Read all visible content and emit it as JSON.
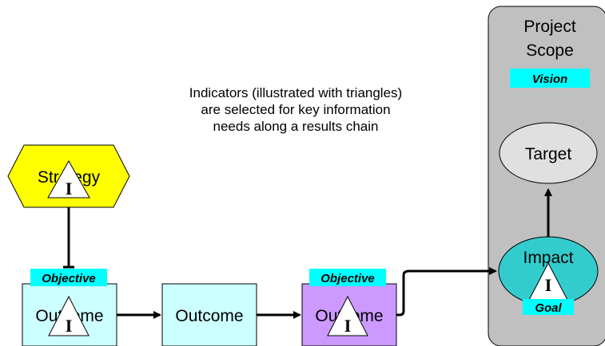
{
  "project_scope": {
    "title_line1": "Project",
    "title_line2": "Scope",
    "vision_tag": "Vision"
  },
  "caption": {
    "line1": "Indicators (illustrated with triangles)",
    "line2": "are selected for key information",
    "line3": "needs along a results chain"
  },
  "strategy": {
    "label": "Strategy",
    "indicator": "I"
  },
  "outcome_1": {
    "label": "Outcome",
    "tag": "Objective",
    "indicator": "I"
  },
  "outcome_2": {
    "label": "Outcome"
  },
  "outcome_3": {
    "label": "Outcome",
    "tag": "Objective",
    "indicator": "I"
  },
  "impact": {
    "label": "Impact",
    "tag": "Goal",
    "indicator": "I"
  },
  "target": {
    "label": "Target"
  },
  "colors": {
    "scope_fill": "#c0c0c0",
    "strategy_fill": "#ffff00",
    "outcome_fill": "#ccffff",
    "outcome3_fill": "#cc99ff",
    "impact_fill": "#33cccc",
    "target_fill": "#e0e0e0",
    "tag_fill": "#00ffff"
  }
}
